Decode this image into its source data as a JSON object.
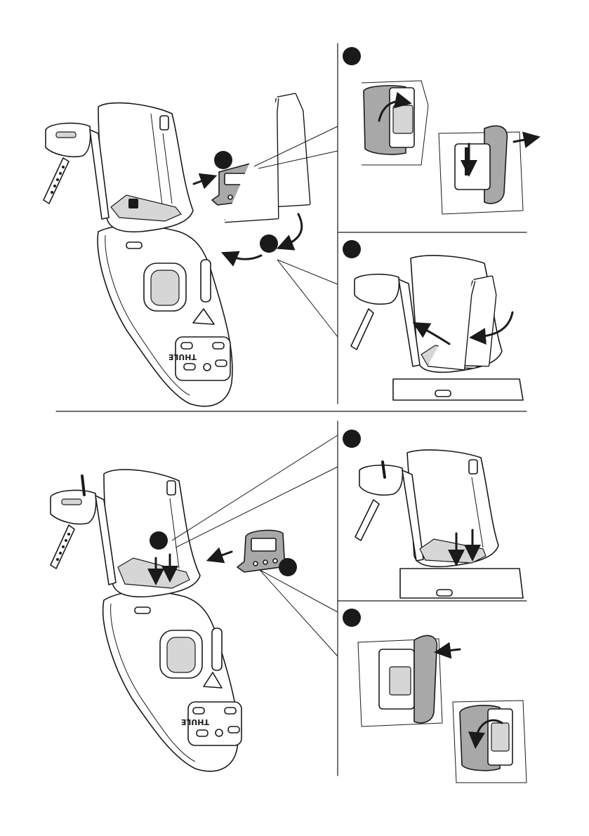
{
  "brand": {
    "logo_text": "THULE"
  },
  "colors": {
    "line": "#1a1a1a",
    "part_fill": "#a8a8a8",
    "light_fill": "#d6d6d6",
    "background": "#ffffff"
  },
  "steps": [
    {
      "id": "step-1-remove",
      "badge": "filled-circle",
      "panels": [
        "overview",
        "detail-a",
        "detail-b"
      ]
    },
    {
      "id": "step-2-install",
      "badge": "filled-circle",
      "panels": [
        "overview",
        "detail-c",
        "detail-d"
      ]
    }
  ],
  "icons": {
    "step_badge": "filled-circle-icon",
    "direction_arrow": "arrow-icon",
    "curved_arrow": "curved-arrow-icon"
  }
}
